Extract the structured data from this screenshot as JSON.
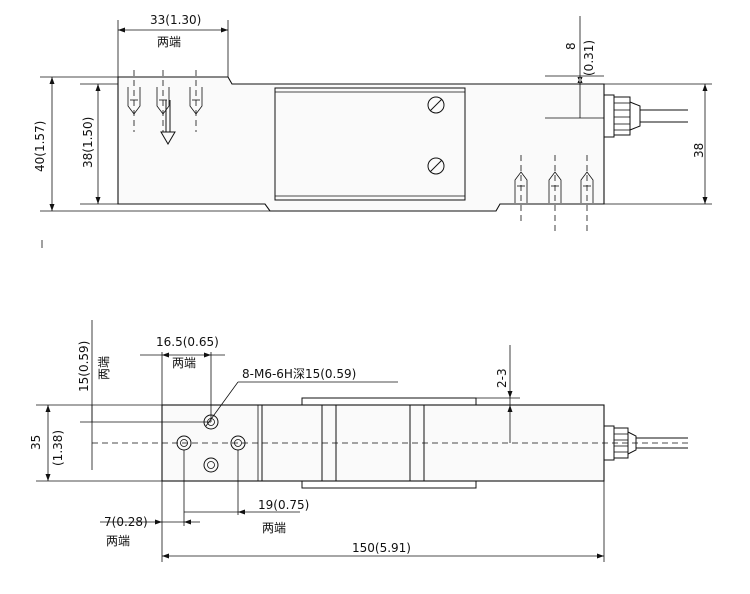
{
  "labels": {
    "top_width": "33(1.30)",
    "top_width_note": "两端",
    "top_right_8": "8",
    "top_right_031": "(0.31)",
    "height_40": "40(1.57)",
    "height_38": "38(1.50)",
    "cable_38": "38",
    "hole_spacing": "16.5(0.65)",
    "hole_spacing_note": "两端",
    "left_15": "15(0.59)",
    "left_15_note": "两端",
    "thread_note": "8-M6-6H深15(0.59)",
    "gap_2_3": "2-3",
    "width_35": "35",
    "width_35_in": "(1.38)",
    "dim_19": "19(0.75)",
    "dim_19_note": "两端",
    "dim_7": "7(0.28)",
    "dim_7_note": "两端",
    "length_150": "150(5.91)"
  }
}
